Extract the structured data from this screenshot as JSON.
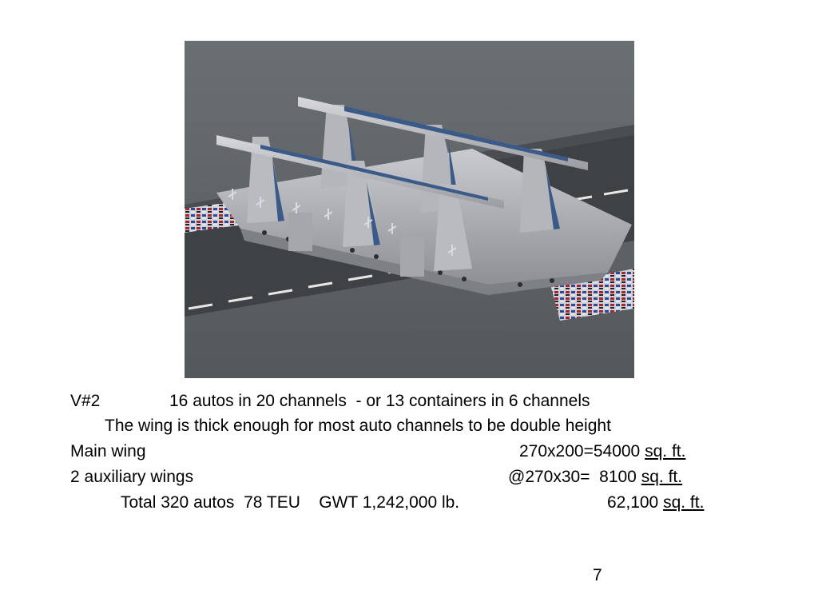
{
  "slide": {
    "line1": {
      "label": "V#2",
      "text": "16 autos in 20 channels  - or 13 containers in 6 channels"
    },
    "line2": {
      "text": "The wing is thick enough for most auto channels to be double height"
    },
    "line3": {
      "label": "Main wing",
      "calc": "270x200=54000",
      "unit": "sq. ft."
    },
    "line4": {
      "label": "2 auxiliary wings",
      "calc": "@270x30=  8100",
      "unit": "sq. ft."
    },
    "line5": {
      "totals": "Total 320 autos  78 TEU    GWT 1,242,000 lb.",
      "area": "62,100",
      "unit": "sq. ft."
    },
    "page_number": "7"
  },
  "image": {
    "description_icon": "aircraft-render-icon",
    "colors": {
      "ground": "#5f6466",
      "runway": "#3f4245",
      "aircraft": "#b8babd",
      "panel_blue": "#3a5a8a"
    }
  }
}
